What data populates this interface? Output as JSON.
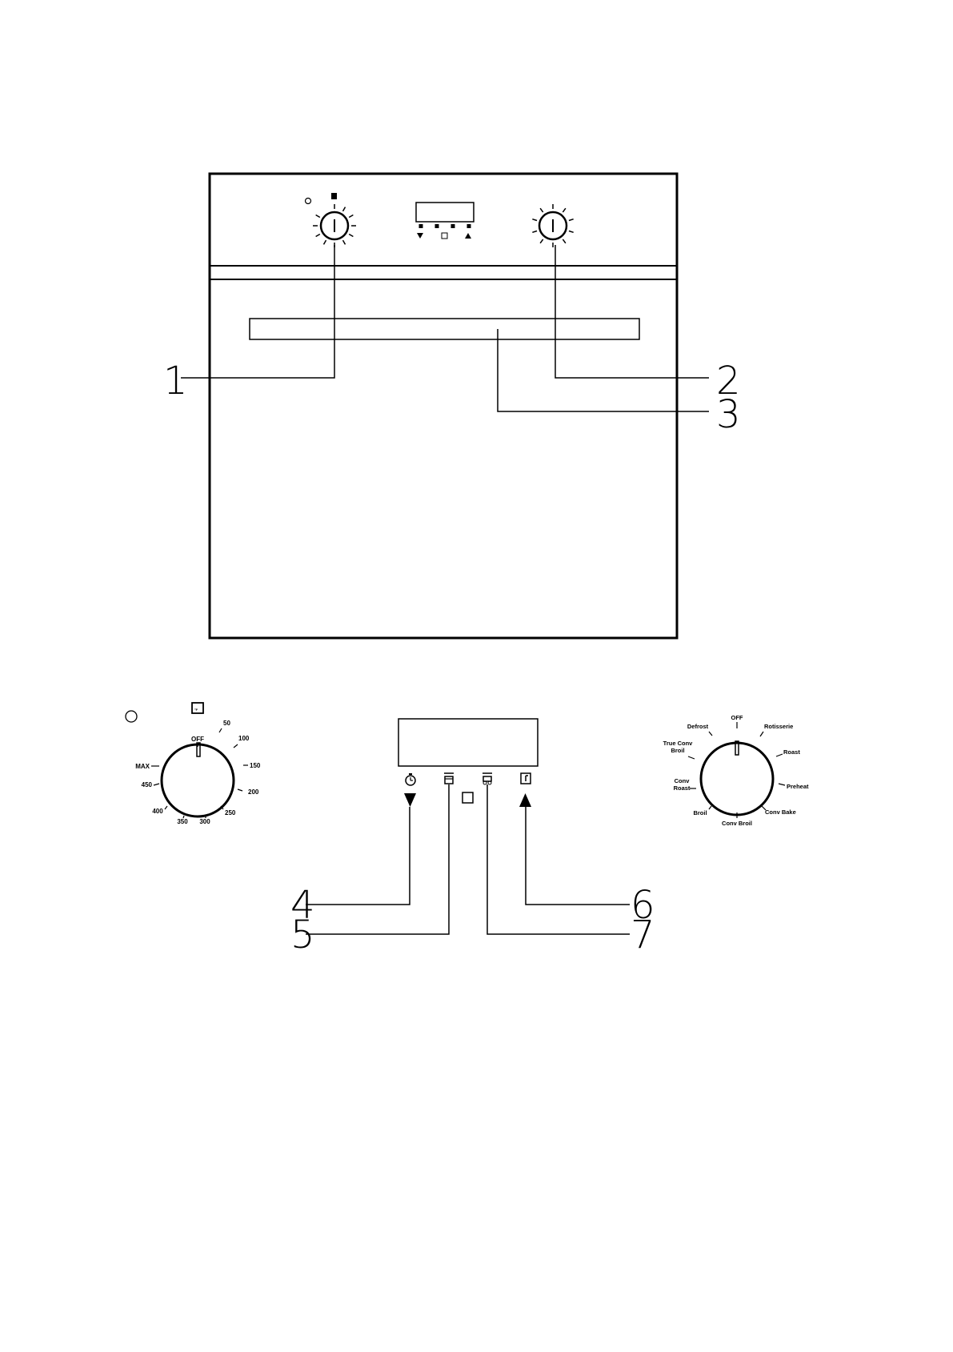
{
  "callouts": {
    "n1": "1",
    "n2": "2",
    "n3": "3",
    "n4": "4",
    "n5": "5",
    "n6": "6",
    "n7": "7"
  },
  "temperature_knob": {
    "unit_icon_label": "°F",
    "labels": [
      "OFF",
      "50",
      "100",
      "150",
      "200",
      "250",
      "300",
      "350",
      "400",
      "450",
      "MAX"
    ]
  },
  "function_knob": {
    "labels": [
      "OFF",
      "Rotisserie",
      "Roast",
      "Preheat",
      "Conv Bake",
      "Conv Broil",
      "Broil",
      "Conv Roast",
      "True Conv Broil",
      "Defrost"
    ]
  },
  "timer_buttons": {
    "icons": [
      "clock-icon",
      "bake-time-icon",
      "end-time-icon",
      "temperature-icon"
    ],
    "symbols": [
      "▼",
      "□",
      "▲"
    ]
  },
  "colors": {
    "ink": "#000000",
    "paper": "#ffffff"
  }
}
